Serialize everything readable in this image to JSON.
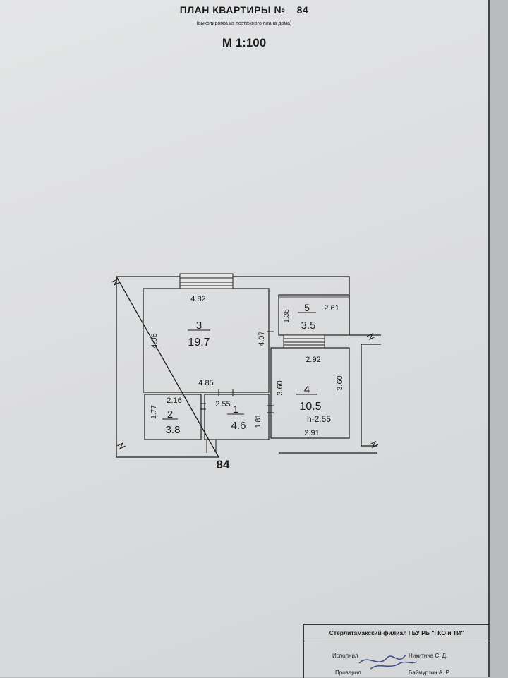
{
  "header": {
    "title": "ПЛАН КВАРТИРЫ №",
    "number": "84",
    "subtitle": "(выкопировка из поэтажного плана дома)",
    "scale": "М 1:100"
  },
  "rooms": [
    {
      "no": "3",
      "area": "19.7"
    },
    {
      "no": "5",
      "area": "3.5"
    },
    {
      "no": "4",
      "area": "10.5",
      "height": "h-2.55"
    },
    {
      "no": "2",
      "area": "3.8"
    },
    {
      "no": "1",
      "area": "4.6"
    }
  ],
  "dimensions": {
    "r3_top": "4.82",
    "r3_left": "4.06",
    "r3_right": "4.07",
    "r3_bottom": "4.85",
    "r5_left": "1.36",
    "r5_right": "2.61",
    "r4_top": "2.92",
    "r4_left": "3.60",
    "r4_right": "3.60",
    "r4_bottom": "2.91",
    "r2_top": "2.16",
    "r2_left": "1.77",
    "r1_top": "2.55",
    "r1_right": "1.81"
  },
  "apartment_label": "84",
  "stamp": {
    "org": "Стерлитамакский филиал ГБУ РБ \"ГКО и ТИ\"",
    "executed_label": "Исполнил",
    "executed_name": "Никитина С. Д.",
    "checked_label": "Проверил",
    "checked_name": "Баймурзин А. Р."
  }
}
